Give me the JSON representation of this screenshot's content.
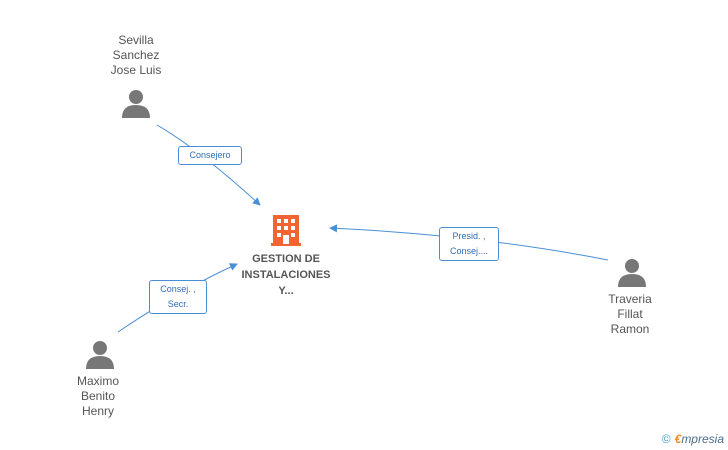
{
  "company": {
    "name_lines": [
      "GESTION DE",
      "INSTALACIONES",
      "Y..."
    ],
    "color": "#f26532"
  },
  "people": [
    {
      "id": "sevilla",
      "name_lines": [
        "Sevilla",
        "Sanchez",
        "Jose Luis"
      ]
    },
    {
      "id": "traveria",
      "name_lines": [
        "Traveria",
        "Fillat",
        "Ramon"
      ]
    },
    {
      "id": "maximo",
      "name_lines": [
        "Maximo",
        "Benito",
        "Henry"
      ]
    }
  ],
  "edges": [
    {
      "from": "sevilla",
      "label_lines": [
        "Consejero"
      ]
    },
    {
      "from": "traveria",
      "label_lines": [
        "Presid. ,",
        "Consej...."
      ]
    },
    {
      "from": "maximo",
      "label_lines": [
        "Consej. ,",
        "Secr."
      ]
    }
  ],
  "colors": {
    "person_icon": "#777777",
    "edge": "#4a8fd6"
  },
  "watermark": {
    "copyright": "©",
    "brand_initial": "€",
    "brand_rest": "mpresia"
  }
}
